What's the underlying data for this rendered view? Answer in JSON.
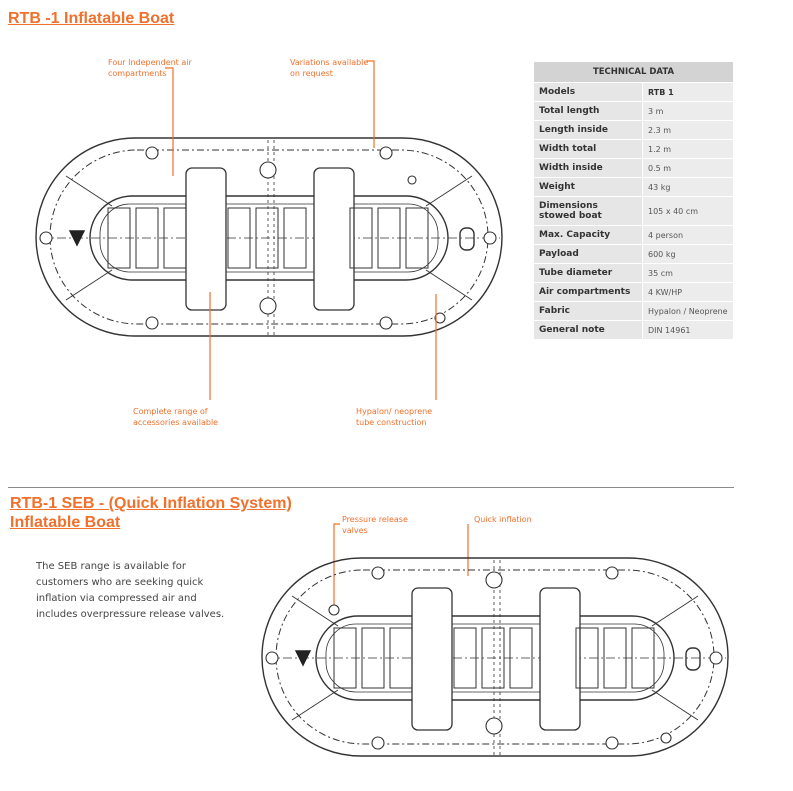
{
  "heading1": "RTB -1 Inflatable Boat",
  "heading2": [
    "RTB-1 SEB - (Quick Inflation System)",
    "Inflatable Boat"
  ],
  "callouts_top": {
    "four_compartments": [
      "Four Independent air",
      "compartments"
    ],
    "variations": [
      "Variations available",
      "on request"
    ],
    "accessories": [
      "Complete range of",
      "accessories available"
    ],
    "hypalon": [
      "Hypalon/ neoprene",
      "tube construction"
    ]
  },
  "callouts_bottom": {
    "pressure": [
      "Pressure release",
      "valves"
    ],
    "quick": [
      "Quick inflation"
    ]
  },
  "description": "The SEB range is available for customers who are seeking quick inflation via compressed air and includes overpressure release valves.",
  "technical_data": {
    "title": "TECHNICAL DATA",
    "rows": [
      {
        "label": "Models",
        "value": "RTB 1"
      },
      {
        "label": "Total length",
        "value": "3 m"
      },
      {
        "label": "Length inside",
        "value": "2.3 m"
      },
      {
        "label": "Width total",
        "value": "1.2 m"
      },
      {
        "label": "Width inside",
        "value": "0.5 m"
      },
      {
        "label": "Weight",
        "value": "43 kg"
      },
      {
        "label": "Dimensions stowed boat",
        "value": "105 x 40 cm"
      },
      {
        "label": "Max. Capacity",
        "value": "4 person"
      },
      {
        "label": "Payload",
        "value": "600 kg"
      },
      {
        "label": "Tube diameter",
        "value": "35 cm"
      },
      {
        "label": "Air compartments",
        "value": "4 KW/HP"
      },
      {
        "label": "Fabric",
        "value": "Hypalon / Neoprene"
      },
      {
        "label": "General note",
        "value": "DIN 14961"
      }
    ]
  },
  "colors": {
    "accent": "#f0702c",
    "line": "#333333",
    "table_header": "#d3d3d3",
    "table_cell": "#e8e8e8"
  }
}
